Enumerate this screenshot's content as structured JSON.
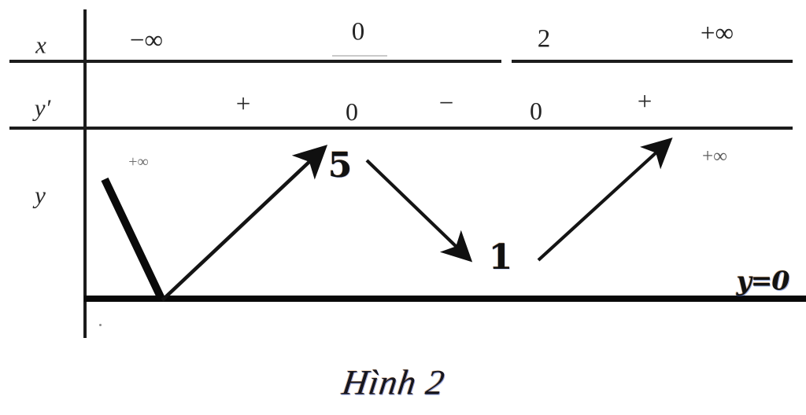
{
  "figure": {
    "caption": "Hình 2",
    "type": "variation-table",
    "description": "Bảng biến thiên (sign and variation table) for a function y with x row, y' row and y row"
  },
  "table": {
    "rows": [
      {
        "label": "x",
        "name": "x-row",
        "cells": [
          {
            "text": "−∞",
            "name": "x-value-neg-infinity"
          },
          {
            "text": "0",
            "name": "x-value-zero"
          },
          {
            "text": "2",
            "name": "x-value-two"
          },
          {
            "text": "+∞",
            "name": "x-value-pos-infinity"
          }
        ]
      },
      {
        "label": "y′",
        "name": "y-prime-row",
        "cells": [
          {
            "text": "+",
            "name": "sign-plus-first"
          },
          {
            "text": "0",
            "name": "root-zero-first"
          },
          {
            "text": "−",
            "name": "sign-minus"
          },
          {
            "text": "0",
            "name": "root-zero-second"
          },
          {
            "text": "+",
            "name": "sign-plus-second"
          }
        ]
      },
      {
        "label": "y",
        "name": "y-row",
        "cells": [
          {
            "text": "+∞",
            "name": "limit-plus-infinity-left"
          },
          {
            "text": "5",
            "name": "local-max-value"
          },
          {
            "text": "1",
            "name": "local-min-value"
          },
          {
            "text": "+∞",
            "name": "limit-plus-infinity-right"
          }
        ]
      }
    ]
  },
  "annotations": {
    "asymptote_label": "y=0"
  },
  "chart_data": {
    "type": "line",
    "title": "Hình 2",
    "xlabel": "x",
    "ylabel": "y",
    "x_breakpoints": [
      "−∞",
      "0",
      "2",
      "+∞"
    ],
    "derivative_signs": [
      "+",
      "0",
      "−",
      "0",
      "+"
    ],
    "y_values": [
      "+∞",
      "5",
      "1",
      "+∞"
    ],
    "variation": [
      "increasing",
      "decreasing",
      "increasing"
    ],
    "annotations": [
      "y=0"
    ],
    "grid": false,
    "legend": "none"
  },
  "colors": {
    "ink": "#1c1c1c",
    "faint": "#c9c9c9",
    "gray_text": "#6e6e6e",
    "background": "#ffffff"
  }
}
